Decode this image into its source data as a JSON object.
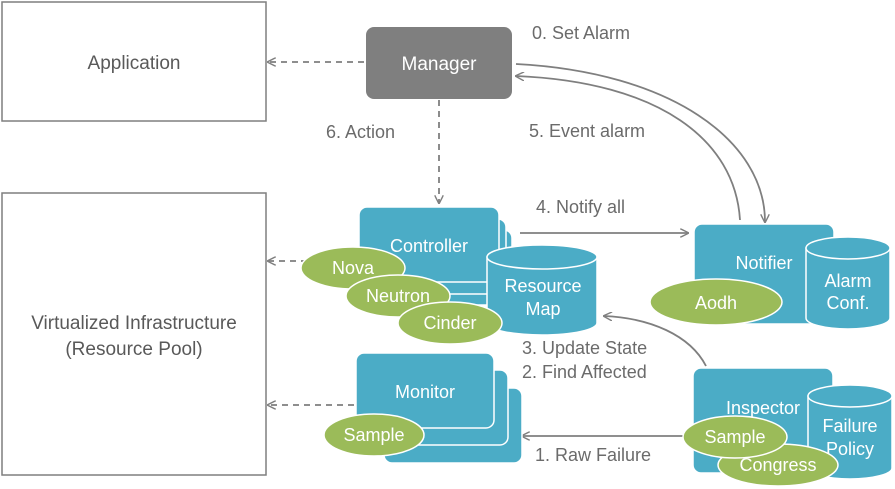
{
  "boxes": {
    "application": "Application",
    "infra_line1": "Virtualized  Infrastructure",
    "infra_line2": "(Resource Pool)"
  },
  "manager": "Manager",
  "controller": "Controller",
  "monitor": "Monitor",
  "notifier": "Notifier",
  "inspector": "Inspector",
  "resource_map": [
    "Resource",
    "Map"
  ],
  "alarm_conf": [
    "Alarm",
    "Conf."
  ],
  "failure_policy": [
    "Failure",
    "Policy"
  ],
  "plugins": {
    "nova": "Nova",
    "neutron": "Neutron",
    "cinder": "Cinder",
    "monitor_sample": "Sample",
    "aodh": "Aodh",
    "inspector_sample": "Sample",
    "congress": "Congress"
  },
  "steps": {
    "s0": "0. Set Alarm",
    "s1": "1. Raw Failure",
    "s2": "2. Find Affected",
    "s3": "3. Update State",
    "s4": "4. Notify all",
    "s5": "5. Event alarm",
    "s6": "6. Action"
  },
  "colors": {
    "teal": "#4bacc6",
    "green": "#9bbb59",
    "manager": "#7f7f7f",
    "arrow": "#7f7f7f"
  }
}
